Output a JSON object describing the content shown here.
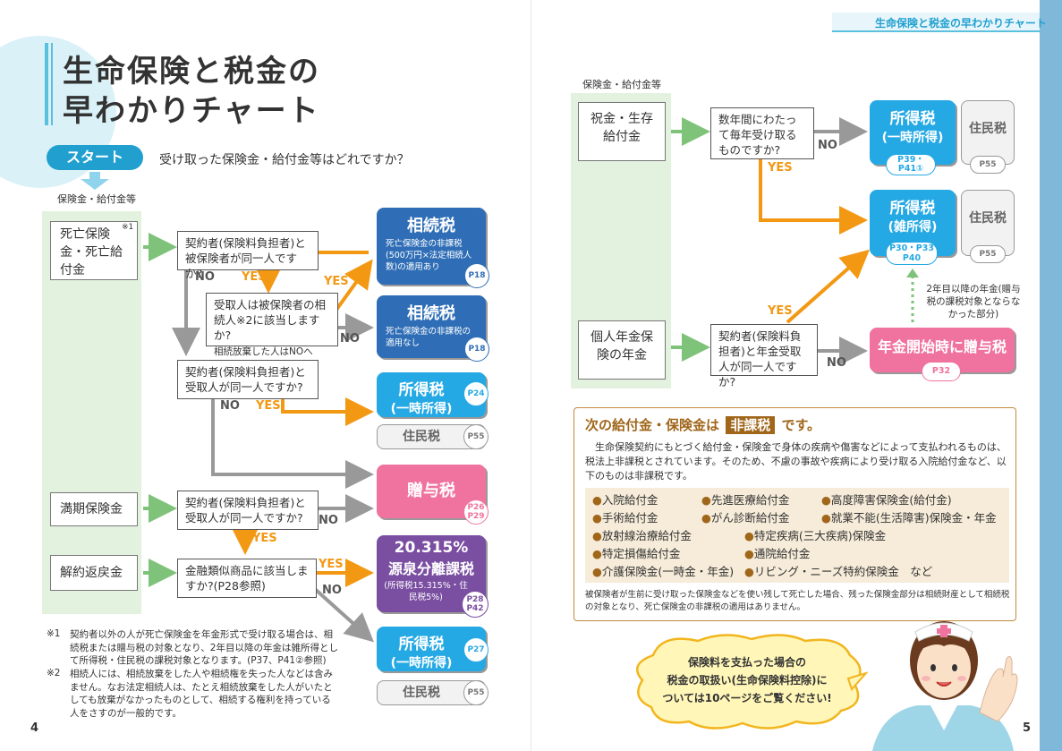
{
  "header": {
    "band_title": "生命保険と税金の早わかりチャート"
  },
  "title": {
    "line1": "生命保険と税金の",
    "line2": "早わかりチャート"
  },
  "start": {
    "label": "スタート",
    "question": "受け取った保険金・給付金等はどれですか？",
    "column_label": "保険金・給付金等"
  },
  "left": {
    "cat_death": "死亡保険金・死亡給付金",
    "cat_death_note": "※1",
    "cat_maturity": "満期保険金",
    "cat_surrender": "解約返戻金",
    "q1": "契約者(保険料負担者)と被保険者が同一人ですか?",
    "q2_line1": "受取人は被保険者の相続人※2に該当しますか?",
    "q2_line2": "相続放棄した人はNOへ",
    "q3": "契約者(保険料負担者)と受取人が同一人ですか?",
    "q4": "契約者(保険料負担者)と受取人が同一人ですか?",
    "q5": "金融類似商品に該当しますか?(P28参照)",
    "yes": "YES",
    "no": "NO",
    "r1_title": "相続税",
    "r1_sub": "死亡保険金の非課税(500万円×法定相続人数)の適用あり",
    "r1_page": "P18",
    "r2_title": "相続税",
    "r2_sub": "死亡保険金の非課税の適用なし",
    "r2_page": "P18",
    "r3_title": "所得税",
    "r3_sub": "(一時所得)",
    "r3_page": "P24",
    "r3b_title": "住民税",
    "r3b_page": "P55",
    "r4_title": "贈与税",
    "r4_page1": "P26",
    "r4_page2": "P29",
    "r5_title1": "20.315%",
    "r5_title2": "源泉分離課税",
    "r5_sub": "(所得税15.315%・住民税5%)",
    "r5_page1": "P28",
    "r5_page2": "P42",
    "r6_title": "所得税",
    "r6_sub": "(一時所得)",
    "r6_page": "P27",
    "r6b_title": "住民税",
    "r6b_page": "P55"
  },
  "notes": {
    "n1_mark": "※1",
    "n1": "契約者以外の人が死亡保険金を年金形式で受け取る場合は、相続税または贈与税の対象となり、2年目以降の年金は雑所得として所得税・住民税の課税対象となります。(P37、P41②参照)",
    "n2_mark": "※2",
    "n2": "相続人には、相続放棄をした人や相続権を失った人などは含みません。なお法定相続人は、たとえ相続放棄をした人がいたとしても放棄がなかったものとして、相続する権利を持っている人をさすのが一般的です。"
  },
  "right": {
    "column_label": "保険金・給付金等",
    "cat_celebration": "祝金・生存給付金",
    "cat_pension": "個人年金保険の年金",
    "q1": "数年間にわたって毎年受け取るものですか?",
    "q2": "契約者(保険料負担者)と年金受取人が同一人ですか?",
    "yes": "YES",
    "no": "NO",
    "r1_title": "所得税",
    "r1_sub": "(一時所得)",
    "r1_page": "P39・P41①",
    "r1b_title": "住民税",
    "r1b_page": "P55",
    "r2_title": "所得税",
    "r2_sub": "(雑所得)",
    "r2_page": "P30・P33 P40",
    "r2b_title": "住民税",
    "r2b_page": "P55",
    "r3_title": "年金開始時に贈与税",
    "r3_page": "P32",
    "note_2yr": "2年目以降の年金(贈与税の課税対象とならなかった部分)"
  },
  "nontax": {
    "title_pre": "次の給付金・保険金は",
    "title_badge": "非課税",
    "title_post": "です。",
    "desc": "生命保険契約にもとづく給付金・保険金で身体の疾病や傷害などによって支払われるものは、税法上非課税とされています。そのため、不慮の事故や疾病により受け取る入院給付金など、以下のものは非課税です。",
    "items": [
      "入院給付金",
      "先進医療給付金",
      "高度障害保険金(給付金)",
      "手術給付金",
      "がん診断給付金",
      "就業不能(生活障害)保険金・年金",
      "放射線治療給付金",
      "特定疾病(三大疾病)保険金",
      "特定損傷給付金",
      "通院給付金",
      "介護保険金(一時金・年金)",
      "リビング・ニーズ特約保険金　など"
    ],
    "footnote": "被保険者が生前に受け取った保険金などを使い残して死亡した場合、残った保険金部分は相続財産として相続税の対象となり、死亡保険金の非課税の適用はありません。"
  },
  "bubble": {
    "line1": "保険料を支払った場合の",
    "line2": "税金の取扱い(生命保険料控除)に",
    "line3": "ついては10ページをご覧ください!"
  },
  "pages": {
    "left": "4",
    "right": "5"
  }
}
